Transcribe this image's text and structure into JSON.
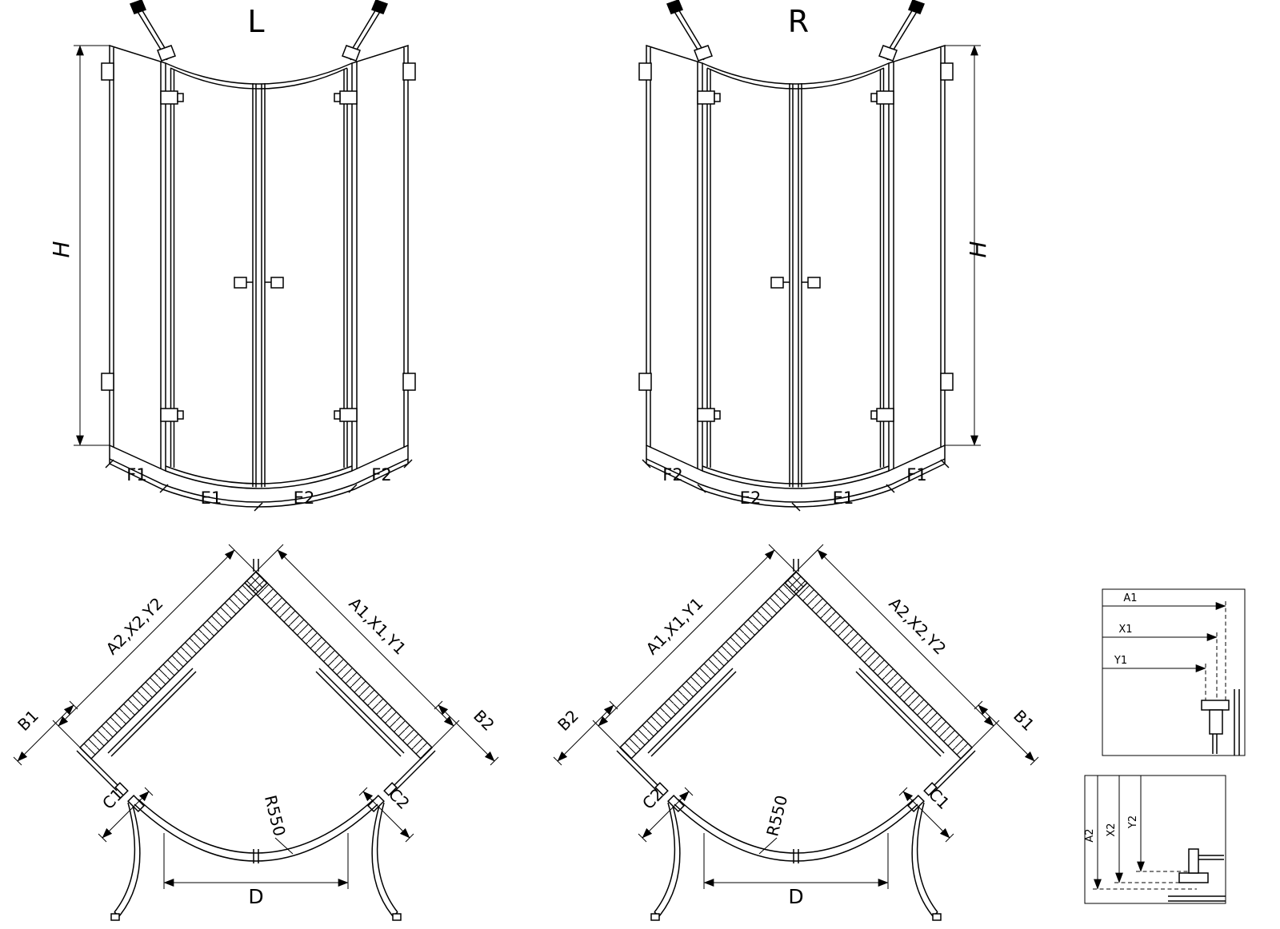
{
  "front_left": {
    "title": "L",
    "height_label": "H",
    "tray": {
      "f1": "F1",
      "e1": "E1",
      "e2": "E2",
      "f2": "F2"
    }
  },
  "front_right": {
    "title": "R",
    "height_label": "H",
    "tray": {
      "f2": "F2",
      "e2": "E2",
      "e1": "E1",
      "f1": "F1"
    }
  },
  "plan_left": {
    "wall_left": "A2,X2,Y2",
    "wall_right": "A1,X1,Y1",
    "outer_left": "B1",
    "outer_right": "B2",
    "inner_left": "C1",
    "inner_right": "C2",
    "radius": "R550",
    "opening": "D"
  },
  "plan_right": {
    "wall_left": "A1,X1,Y1",
    "wall_right": "A2,X2,Y2",
    "outer_left": "B2",
    "outer_right": "B1",
    "inner_left": "C2",
    "inner_right": "C1",
    "radius": "R550",
    "opening": "D"
  },
  "detail_top": {
    "dims": [
      "A1",
      "X1",
      "Y1"
    ]
  },
  "detail_bottom": {
    "dims": [
      "A2",
      "X2",
      "Y2"
    ]
  }
}
